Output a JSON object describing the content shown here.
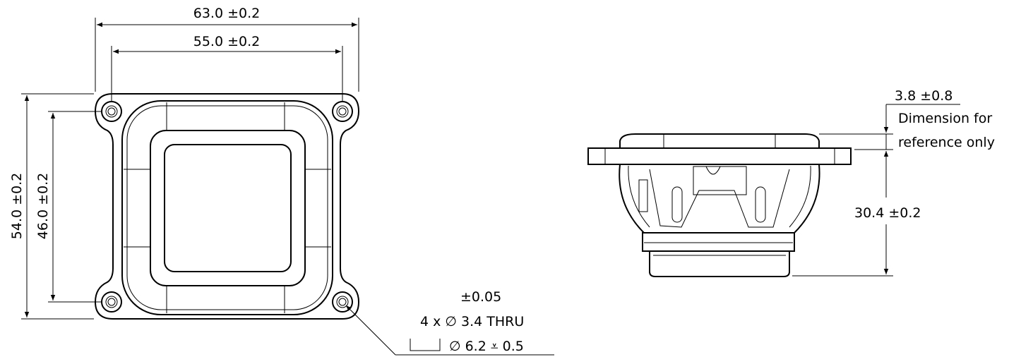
{
  "front_view": {
    "width_outer": "63.0 ±0.2",
    "width_holes": "55.0 ±0.2",
    "height_outer": "54.0 ±0.2",
    "height_holes": "46.0 ±0.2"
  },
  "hole_callout": {
    "tolerance": "±0.05",
    "thru": "4 x ∅ 3.4 THRU",
    "counterbore": "∅ 6.2 ⩡ 0.5"
  },
  "side_view": {
    "protrusion": "3.8 ±0.8",
    "note_line1": "Dimension for",
    "note_line2": "reference only",
    "depth": "30.4 ±0.2"
  }
}
